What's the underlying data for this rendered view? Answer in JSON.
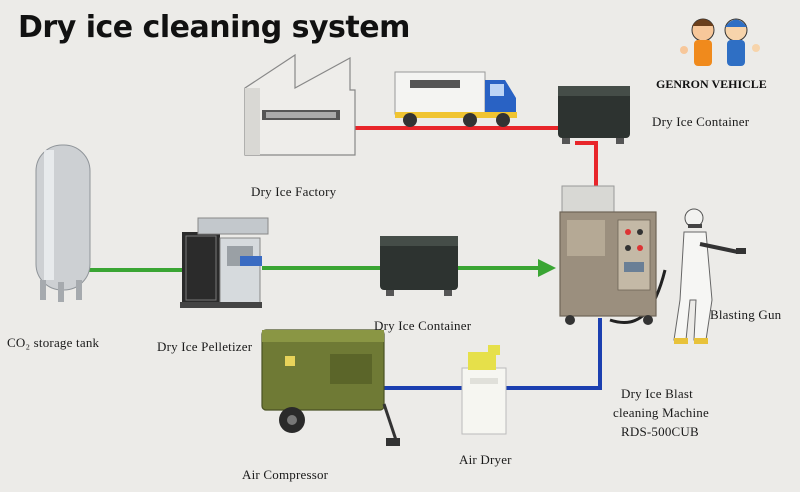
{
  "title": "Dry ice cleaning system",
  "brand": {
    "name": "GENRON VEHICLE"
  },
  "labels": {
    "co2_tank": "CO₂ storage tank",
    "factory": "Dry Ice Factory",
    "pelletizer": "Dry Ice Pelletizer",
    "container_top": "Dry Ice Container",
    "container_mid": "Dry Ice Container",
    "compressor": "Air Compressor",
    "air_dryer": "Air Dryer",
    "blasting_gun": "Blasting Gun",
    "machine_line1": "Dry Ice Blast",
    "machine_line2": "cleaning Machine",
    "machine_line3": "RDS-500CUB"
  },
  "colors": {
    "ice_line": "#e8252a",
    "co2_line": "#3aa533",
    "air_line": "#1b3fb0",
    "background": "#ecebe8"
  }
}
